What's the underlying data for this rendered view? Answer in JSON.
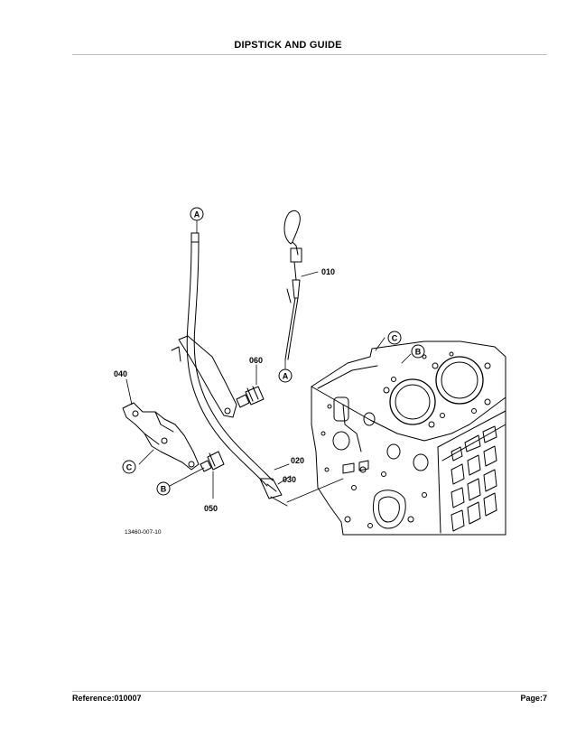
{
  "header": {
    "title": "DIPSTICK AND GUIDE"
  },
  "diagram": {
    "parts": [
      {
        "number": "010"
      },
      {
        "number": "020"
      },
      {
        "number": "030"
      },
      {
        "number": "040"
      },
      {
        "number": "050"
      },
      {
        "number": "060"
      }
    ],
    "callouts": [
      "A",
      "B",
      "C"
    ],
    "drawing_code": "13460-007-10"
  },
  "footer": {
    "reference": "Reference:010007",
    "page": "Page:7"
  }
}
